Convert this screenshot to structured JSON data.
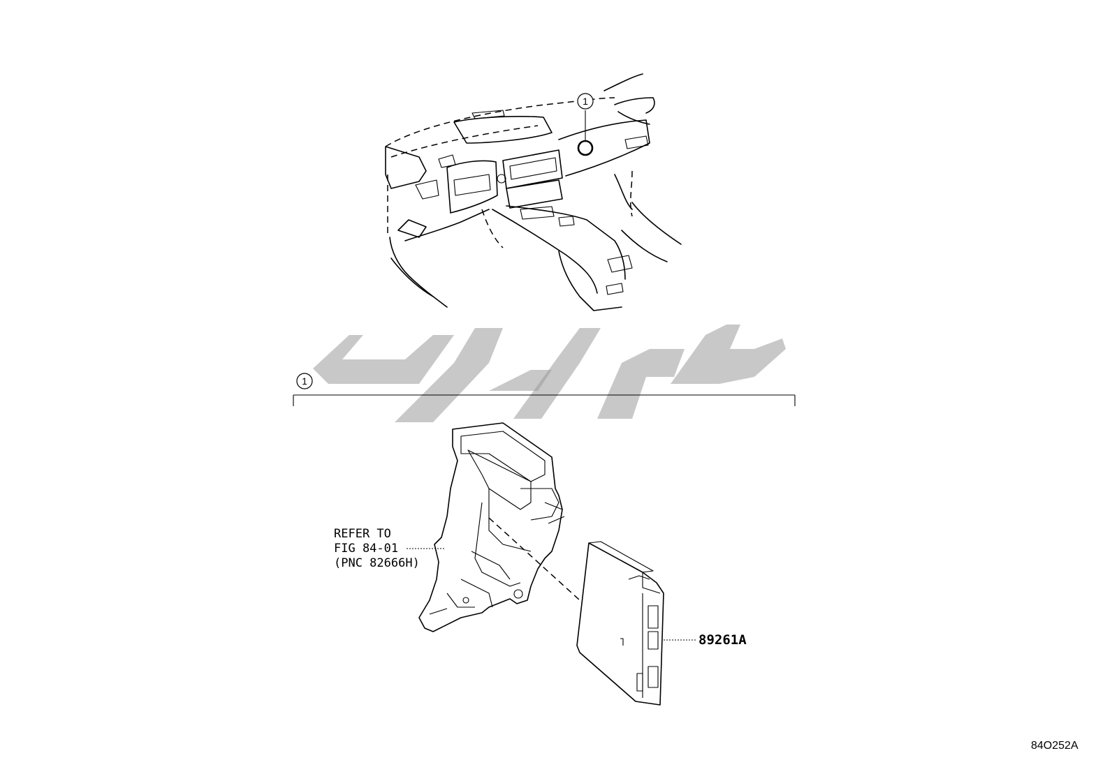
{
  "callouts": {
    "marker_top": "1",
    "marker_section": "1"
  },
  "labels": {
    "refer_line1": "REFER TO",
    "refer_line2": "FIG 84-01",
    "refer_line3": "(PNC 82666H)",
    "part_number": "89261A",
    "figure_id": "84O252A"
  },
  "watermark": {
    "color": "#9a9a9a"
  }
}
